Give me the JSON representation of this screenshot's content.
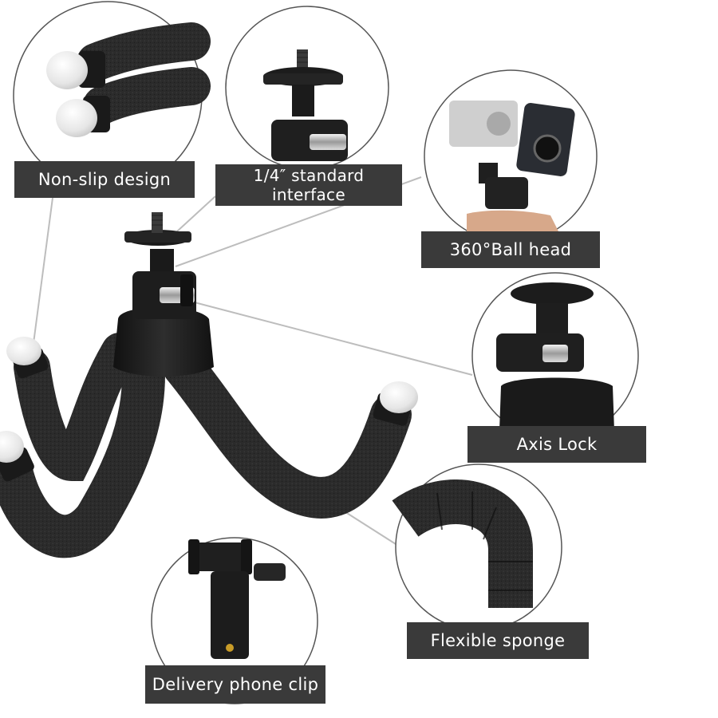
{
  "features": [
    {
      "id": "non-slip",
      "label": "Non-slip design"
    },
    {
      "id": "interface",
      "label": "1/4″ standard\ninterface"
    },
    {
      "id": "ball-head",
      "label": "360°Ball head"
    },
    {
      "id": "axis-lock",
      "label": "Axis Lock"
    },
    {
      "id": "sponge",
      "label": "Flexible sponge"
    },
    {
      "id": "phone-clip",
      "label": "Delivery phone clip"
    }
  ],
  "colors": {
    "label_bg": "#3a3a3a",
    "label_text": "#ffffff",
    "foam": "#2b2b2b",
    "tip": "#eeeeee",
    "circle_stroke": "#555555",
    "leader": "#bbbbbb"
  }
}
